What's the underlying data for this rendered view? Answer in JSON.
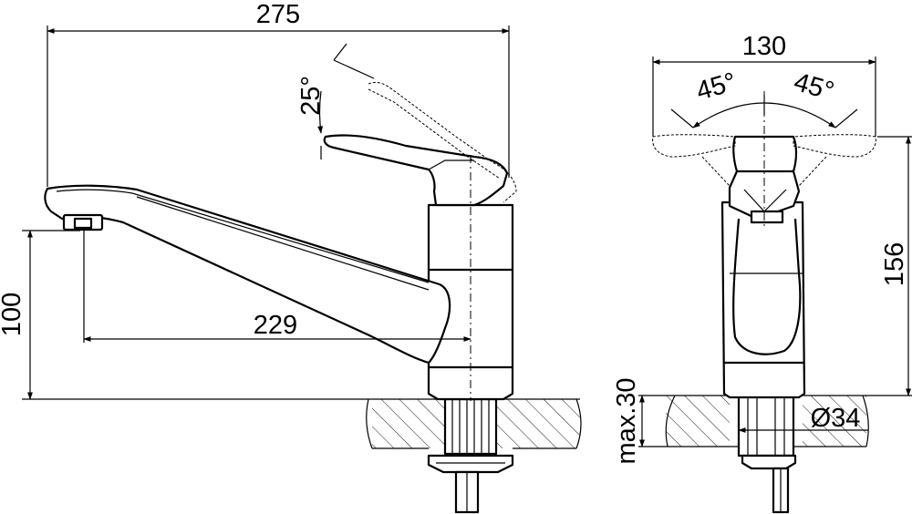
{
  "side_view": {
    "dim_overall_length": "275",
    "dim_spout_reach": "229",
    "dim_spout_height": "100",
    "dim_lever_angle": "25°"
  },
  "front_view": {
    "dim_lever_width": "130",
    "dim_rotation_left": "45°",
    "dim_rotation_right": "45°",
    "dim_body_height": "156",
    "dim_max_deck": "max.30",
    "dim_hole_diameter": "Ø34"
  }
}
